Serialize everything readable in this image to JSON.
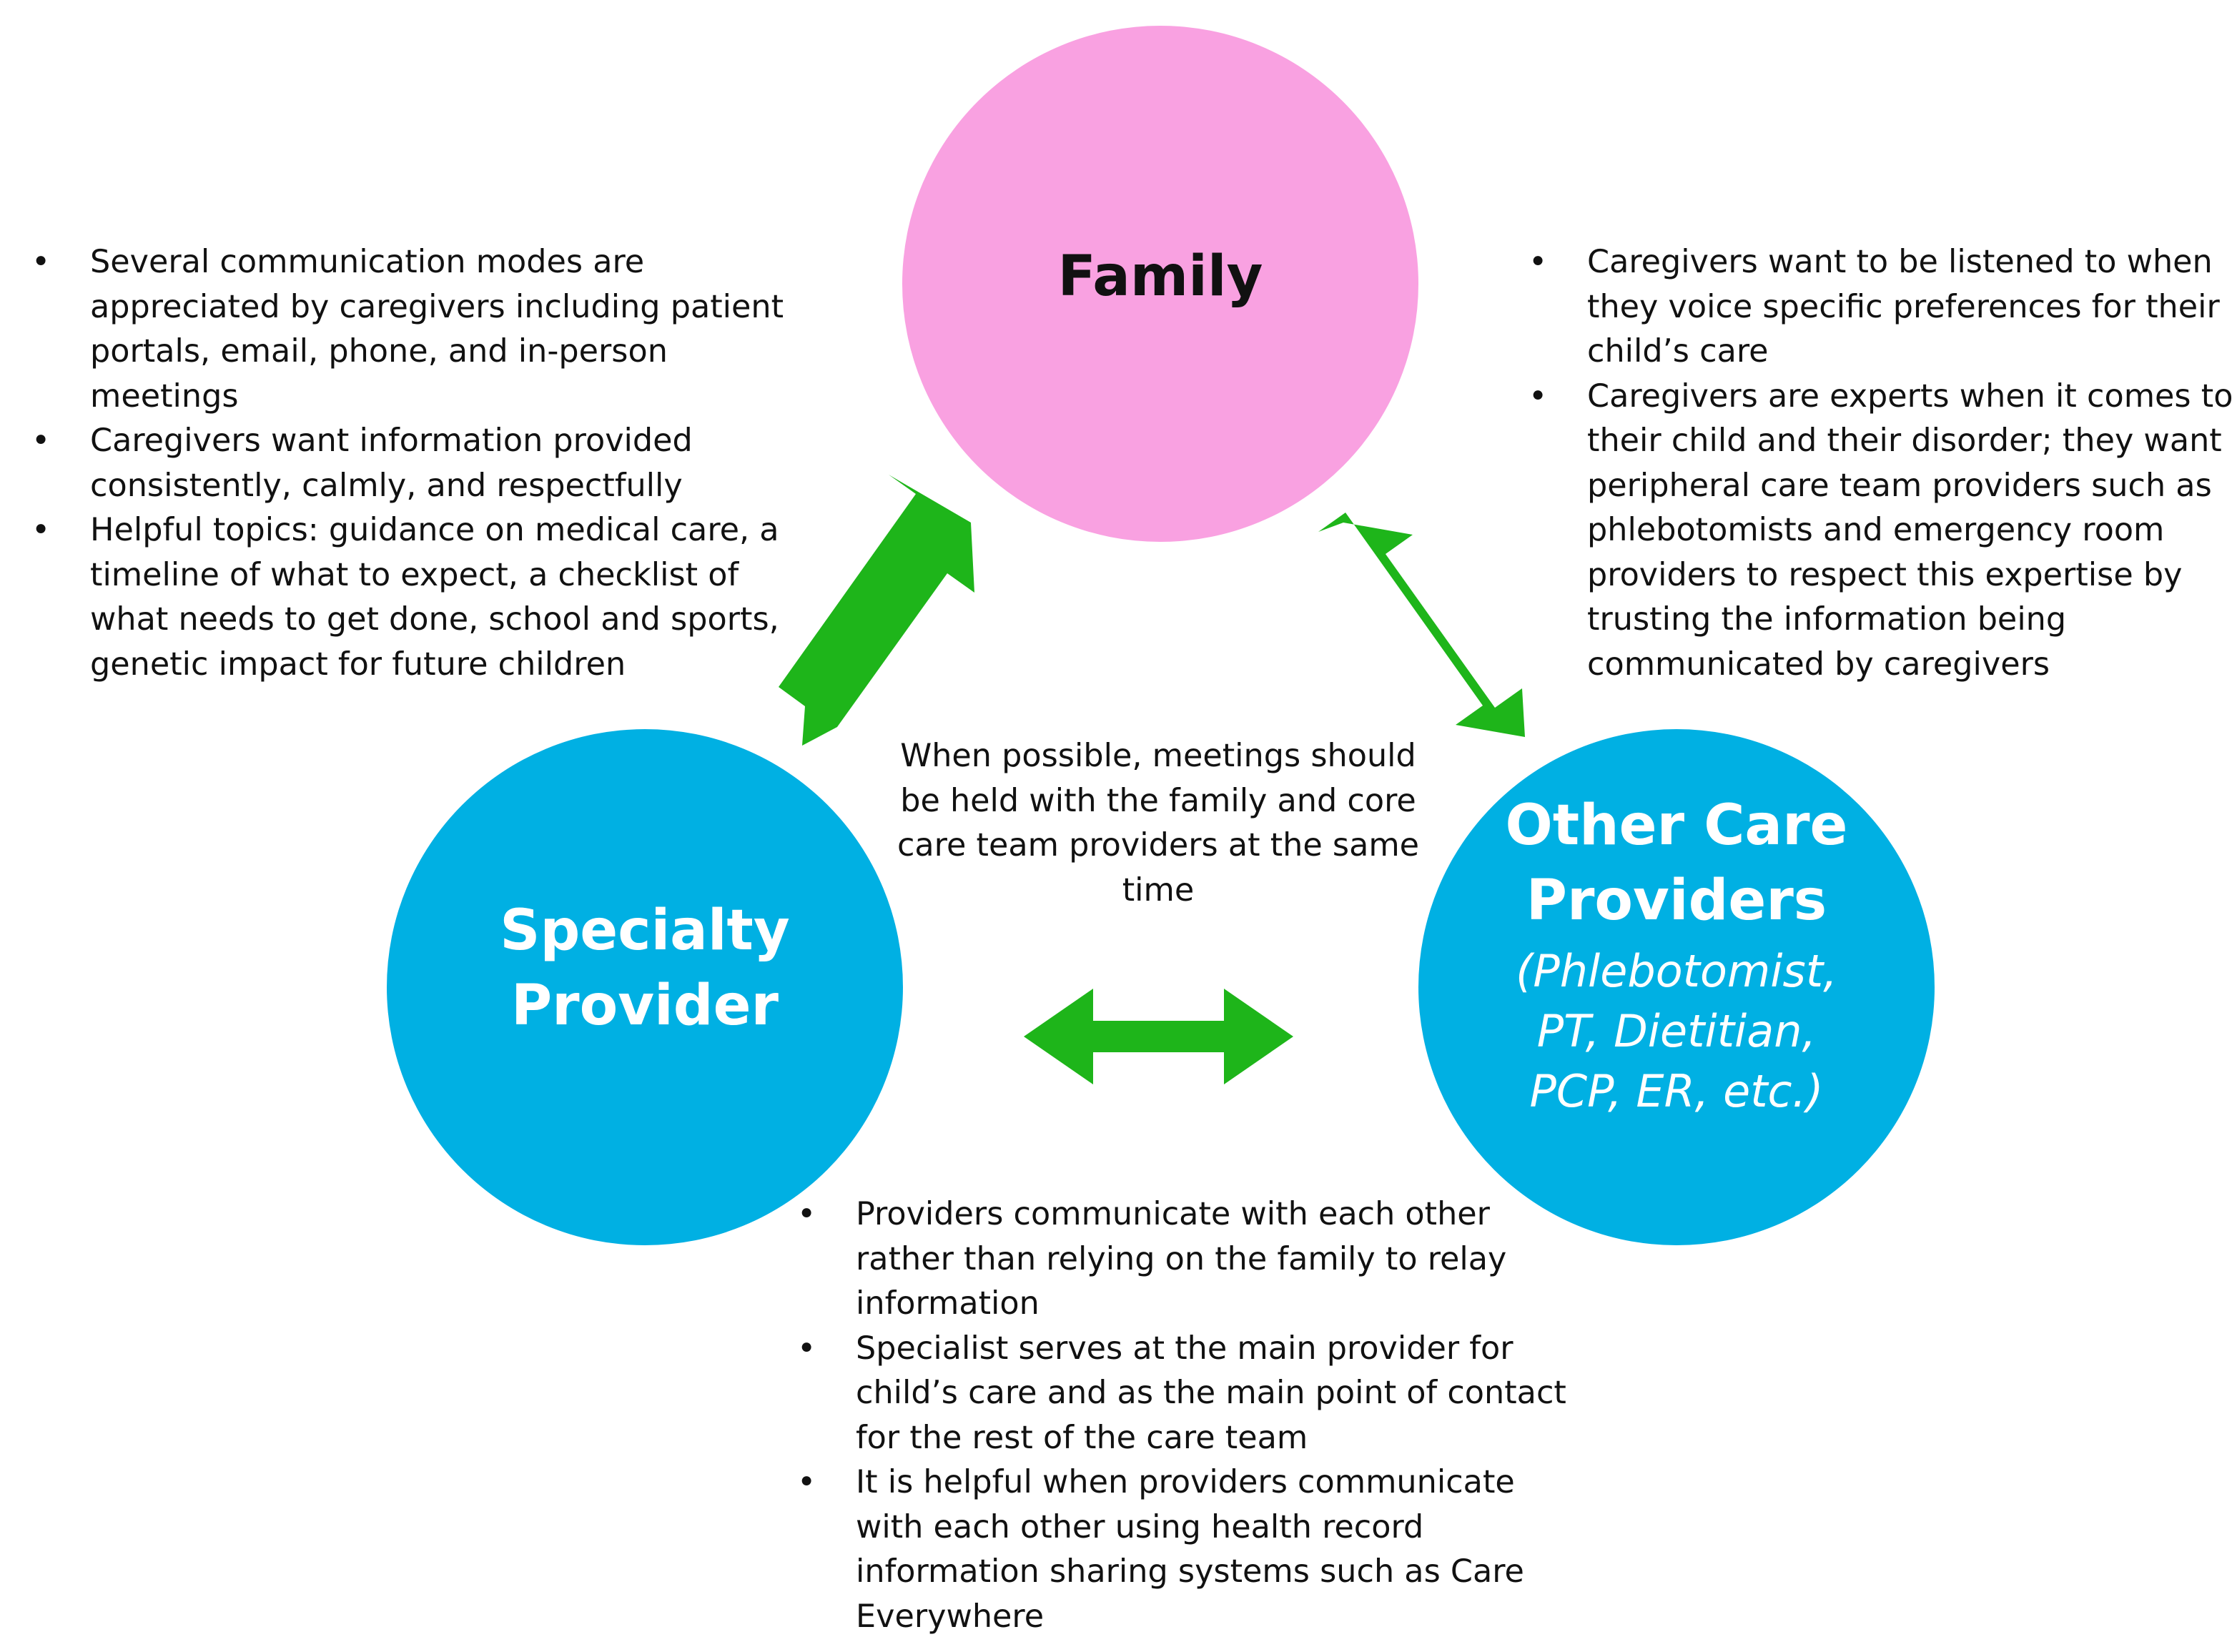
{
  "colors": {
    "family": "#f9a1e1",
    "provider": "#00b0e3",
    "arrow": "#1eb51a",
    "text": "#111111"
  },
  "family": {
    "title": "Family"
  },
  "specialty": {
    "title": "Specialty\nProvider"
  },
  "other": {
    "title": "Other Care\nProviders",
    "subtitle": "(Phlebotomist,\nPT, Dietitian,\nPCP, ER, etc.)"
  },
  "left_bullets": [
    "Several communication modes are appreciated by caregivers including patient portals, email, phone, and in-person meetings",
    "Caregivers want information provided consistently, calmly, and respectfully",
    "Helpful topics: guidance on medical care, a timeline of what to expect, a checklist of what needs to get done, school and sports, genetic impact for future children"
  ],
  "right_bullets": [
    "Caregivers want to be listened to when they voice specific preferences for their child’s care",
    "Caregivers are experts when it comes to their child and their disorder; they want peripheral care team providers such as phlebotomists and emergency room providers to respect this expertise by trusting the information being communicated by caregivers"
  ],
  "center_note": "When possible, meetings should be held with the family and core care team providers at the same time",
  "bottom_bullets": [
    "Providers communicate with each other rather than relying on the family to relay information",
    "Specialist serves at the main provider for child’s care and as the main point of contact for the rest of the care team",
    "It is helpful when providers communicate with each other using health record information sharing systems such as Care Everywhere"
  ]
}
